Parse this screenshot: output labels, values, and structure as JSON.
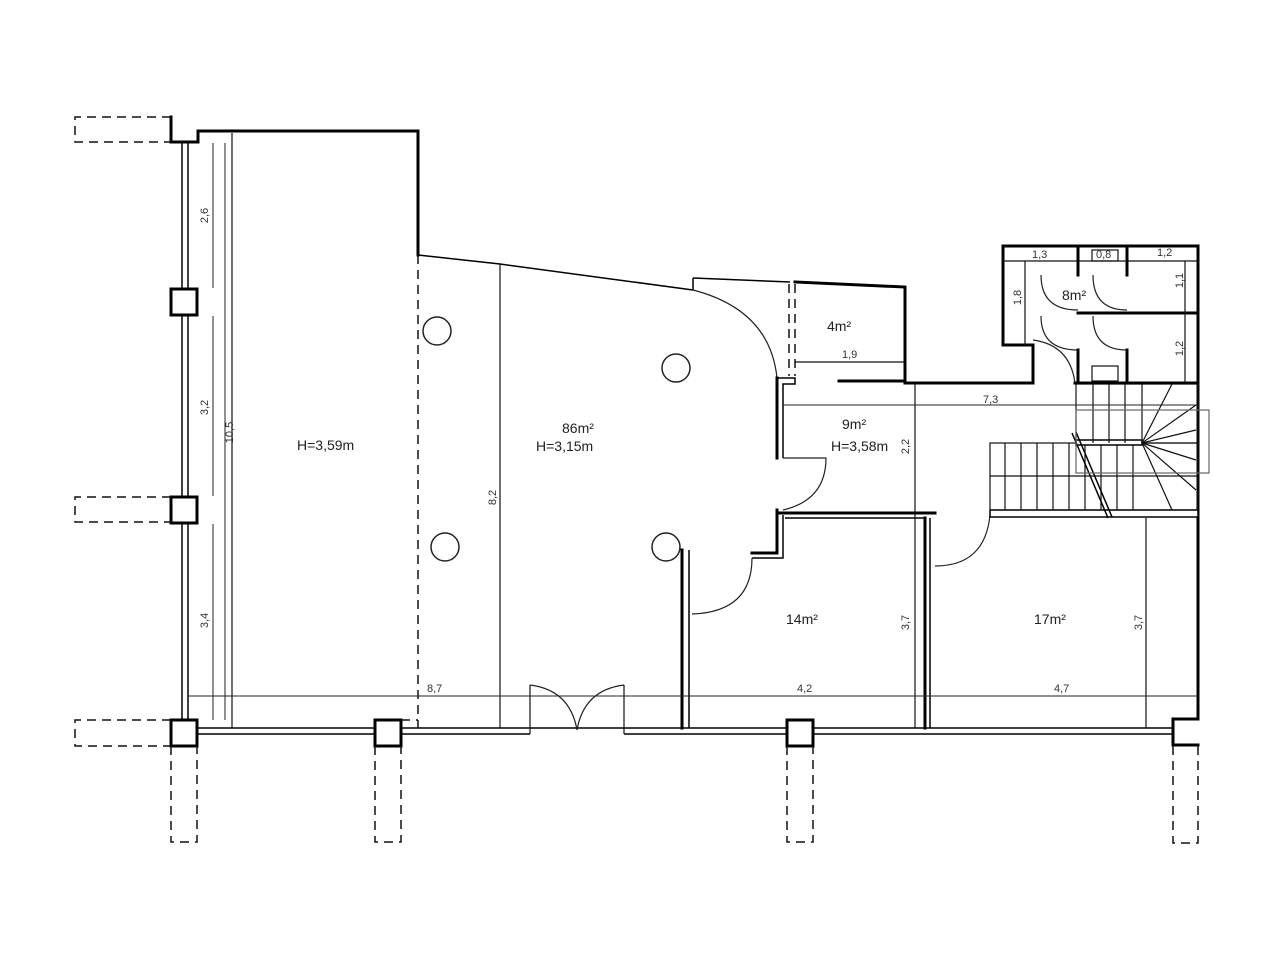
{
  "plan": {
    "rooms": [
      {
        "id": "main-hall",
        "height_label": "H=3,59m"
      },
      {
        "id": "sales-room",
        "area": "86m²",
        "height_label": "H=3,15m"
      },
      {
        "id": "storage",
        "area": "4m²"
      },
      {
        "id": "corridor",
        "area": "9m²",
        "height_label": "H=3,58m"
      },
      {
        "id": "wc",
        "area": "8m²"
      },
      {
        "id": "office-1",
        "area": "14m²"
      },
      {
        "id": "office-2",
        "area": "17m²"
      }
    ],
    "dimensions": {
      "left_2_6": "2,6",
      "left_3_2": "3,2",
      "left_10_5": "10,5",
      "left_3_4": "3,4",
      "sales_8_2": "8,2",
      "bottom_8_7": "8,7",
      "bottom_4_2": "4,2",
      "bottom_4_7": "4,7",
      "storage_1_9": "1,9",
      "corridor_7_3": "7,3",
      "corridor_2_2": "2,2",
      "office1_3_7": "3,7",
      "office2_3_7": "3,7",
      "wc_1_3": "1,3",
      "wc_0_8": "0,8",
      "wc_1_2_top": "1,2",
      "wc_1_8": "1,8",
      "wc_1_1": "1,1",
      "wc_1_2_side": "1,2"
    },
    "colors": {
      "line": "#000000",
      "background": "#ffffff"
    }
  }
}
